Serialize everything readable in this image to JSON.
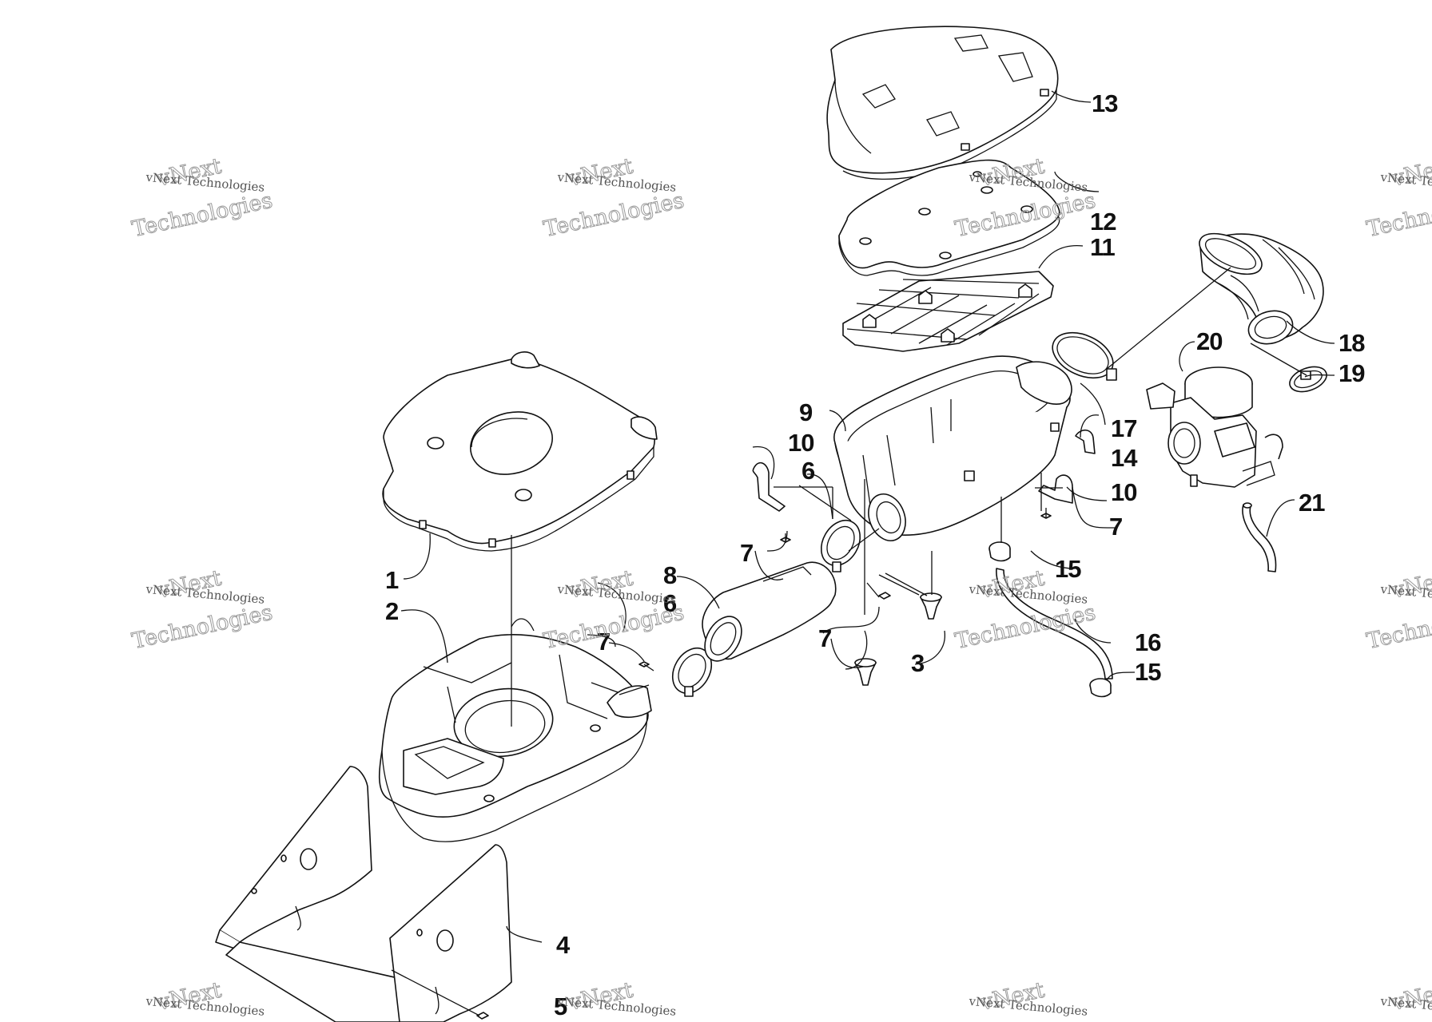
{
  "watermark": {
    "brand": "vNext Technologies",
    "line1": "vNext",
    "line2": "Technologies"
  },
  "callouts": [
    {
      "id": "c1",
      "text": "1"
    },
    {
      "id": "c2",
      "text": "2"
    },
    {
      "id": "c3",
      "text": "3"
    },
    {
      "id": "c4",
      "text": "4"
    },
    {
      "id": "c5",
      "text": "5"
    },
    {
      "id": "c6a",
      "text": "6"
    },
    {
      "id": "c6b",
      "text": "6"
    },
    {
      "id": "c7a",
      "text": "7"
    },
    {
      "id": "c7b",
      "text": "7"
    },
    {
      "id": "c7c",
      "text": "7"
    },
    {
      "id": "c7d",
      "text": "7"
    },
    {
      "id": "c8",
      "text": "8"
    },
    {
      "id": "c9",
      "text": "9"
    },
    {
      "id": "c10a",
      "text": "10"
    },
    {
      "id": "c10b",
      "text": "10"
    },
    {
      "id": "c11",
      "text": "11"
    },
    {
      "id": "c12",
      "text": "12"
    },
    {
      "id": "c13",
      "text": "13"
    },
    {
      "id": "c14",
      "text": "14"
    },
    {
      "id": "c15a",
      "text": "15"
    },
    {
      "id": "c15b",
      "text": "15"
    },
    {
      "id": "c16",
      "text": "16"
    },
    {
      "id": "c17",
      "text": "17"
    },
    {
      "id": "c18",
      "text": "18"
    },
    {
      "id": "c19",
      "text": "19"
    },
    {
      "id": "c20",
      "text": "20"
    },
    {
      "id": "c21",
      "text": "21"
    }
  ]
}
